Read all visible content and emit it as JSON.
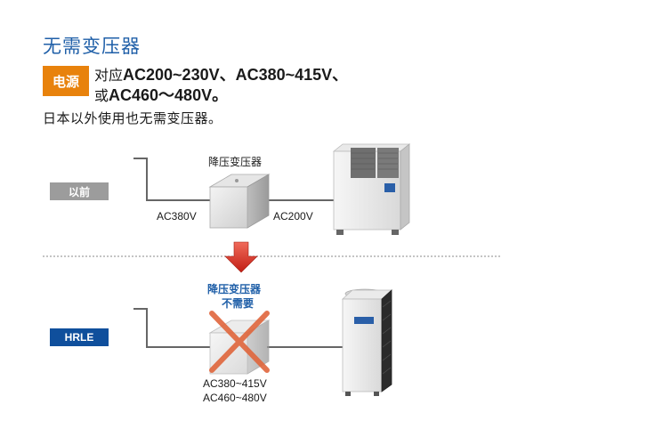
{
  "header": {
    "title": "无需变压器",
    "badge": "电源",
    "power_prefix": "对应",
    "power_values_1": "AC200~230V、AC380~415V、",
    "power_prefix_2": "或",
    "power_values_2": "AC460～480V。",
    "description": "日本以外使用也无需变压器。"
  },
  "before": {
    "label": "以前",
    "transformer_label": "降压变压器",
    "input_voltage": "AC380V",
    "output_voltage": "AC200V"
  },
  "hrle": {
    "label": "HRLE",
    "transformer_label": "降压变压器",
    "not_needed": "不需要",
    "voltage_range_1": "AC380~415V",
    "voltage_range_2": "AC460~480V"
  },
  "colors": {
    "title_blue": "#1f5fa8",
    "badge_orange": "#e8820c",
    "label_gray": "#9c9c9c",
    "label_navy": "#0f4f9c",
    "arrow_red": "#d42a1e",
    "cross_orange": "#e0663c"
  },
  "icons": [
    "transformer-box-icon",
    "chiller-unit-icon",
    "down-arrow-icon",
    "cross-mark-icon"
  ]
}
